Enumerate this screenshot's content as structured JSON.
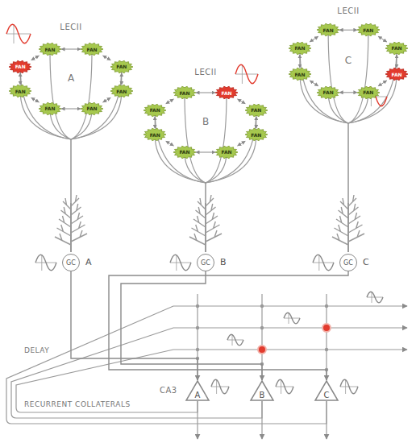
{
  "diagram": {
    "nodes": [
      {
        "text": [
          "FAN"
        ]
      },
      {
        "text": [
          "FAN"
        ]
      },
      {
        "text": [
          "FAN"
        ]
      },
      {
        "text": [
          "FAN"
        ]
      },
      {
        "text": [
          "FAN"
        ]
      },
      {
        "text": [
          "FAN"
        ]
      },
      {
        "text": [
          "FAN"
        ]
      },
      {
        "text": [
          "FAN"
        ]
      },
      {
        "text": [
          "FAN"
        ]
      },
      {
        "text": [
          "FAN"
        ]
      },
      {
        "text": [
          "FAN"
        ]
      },
      {
        "text": [
          "FAN"
        ]
      },
      {
        "text": [
          "FAN"
        ]
      },
      {
        "text": [
          "FAN"
        ]
      },
      {
        "text": [
          "FAN"
        ]
      },
      {
        "text": [
          "FAN"
        ]
      },
      {
        "text": [
          "FAN"
        ]
      },
      {
        "text": [
          "FAN"
        ]
      },
      {
        "text": [
          "FAN"
        ]
      },
      {
        "text": [
          "FAN"
        ]
      },
      {
        "text": [
          "FAN"
        ]
      },
      {
        "text": [
          "FAN"
        ]
      },
      {
        "text": [
          "FAN"
        ]
      },
      {
        "text": [
          "FAN"
        ]
      },
      {
        "text": [
          "GC",
          "A"
        ]
      },
      {
        "text": [
          "GC",
          "B"
        ]
      },
      {
        "text": [
          "GC",
          "C"
        ]
      },
      {
        "text": [
          "A"
        ]
      },
      {
        "text": [
          "B"
        ]
      },
      {
        "text": [
          "C"
        ]
      }
    ],
    "edges": [
      {
        "from": 0,
        "to": 1,
        "arrow": "both"
      },
      {
        "from": 1,
        "to": 2,
        "arrow": "both"
      },
      {
        "from": 2,
        "to": 3,
        "arrow": "both"
      },
      {
        "from": 3,
        "to": 4,
        "arrow": "both"
      },
      {
        "from": 4,
        "to": 5,
        "arrow": "both"
      },
      {
        "from": 5,
        "to": 6,
        "arrow": "both"
      },
      {
        "from": 6,
        "to": 7,
        "arrow": "both"
      },
      {
        "from": 7,
        "to": 0,
        "arrow": "both"
      },
      {
        "from": 8,
        "to": 9,
        "arrow": "both"
      },
      {
        "from": 9,
        "to": 10,
        "arrow": "both"
      },
      {
        "from": 10,
        "to": 11,
        "arrow": "both"
      },
      {
        "from": 11,
        "to": 12,
        "arrow": "both"
      },
      {
        "from": 12,
        "to": 13,
        "arrow": "both"
      },
      {
        "from": 13,
        "to": 14,
        "arrow": "both"
      },
      {
        "from": 14,
        "to": 15,
        "arrow": "both"
      },
      {
        "from": 15,
        "to": 8,
        "arrow": "both"
      },
      {
        "from": 16,
        "to": 17,
        "arrow": "both"
      },
      {
        "from": 17,
        "to": 18,
        "arrow": "both"
      },
      {
        "from": 18,
        "to": 19,
        "arrow": "both"
      },
      {
        "from": 19,
        "to": 20,
        "arrow": "both"
      },
      {
        "from": 20,
        "to": 21,
        "arrow": "both"
      },
      {
        "from": 21,
        "to": 22,
        "arrow": "both"
      },
      {
        "from": 22,
        "to": 23,
        "arrow": "both"
      },
      {
        "from": 23,
        "to": 16,
        "arrow": "both"
      },
      {
        "from": 24,
        "to": 27,
        "arrow": "to"
      },
      {
        "from": 25,
        "to": 28,
        "arrow": "to"
      },
      {
        "from": 26,
        "to": 29,
        "arrow": "to"
      }
    ],
    "labels": [
      "LECII",
      "A",
      "LECII",
      "B",
      "LECII",
      "C",
      "DELAY",
      "CA3",
      "RECURRENT COLLATERALS"
    ]
  }
}
